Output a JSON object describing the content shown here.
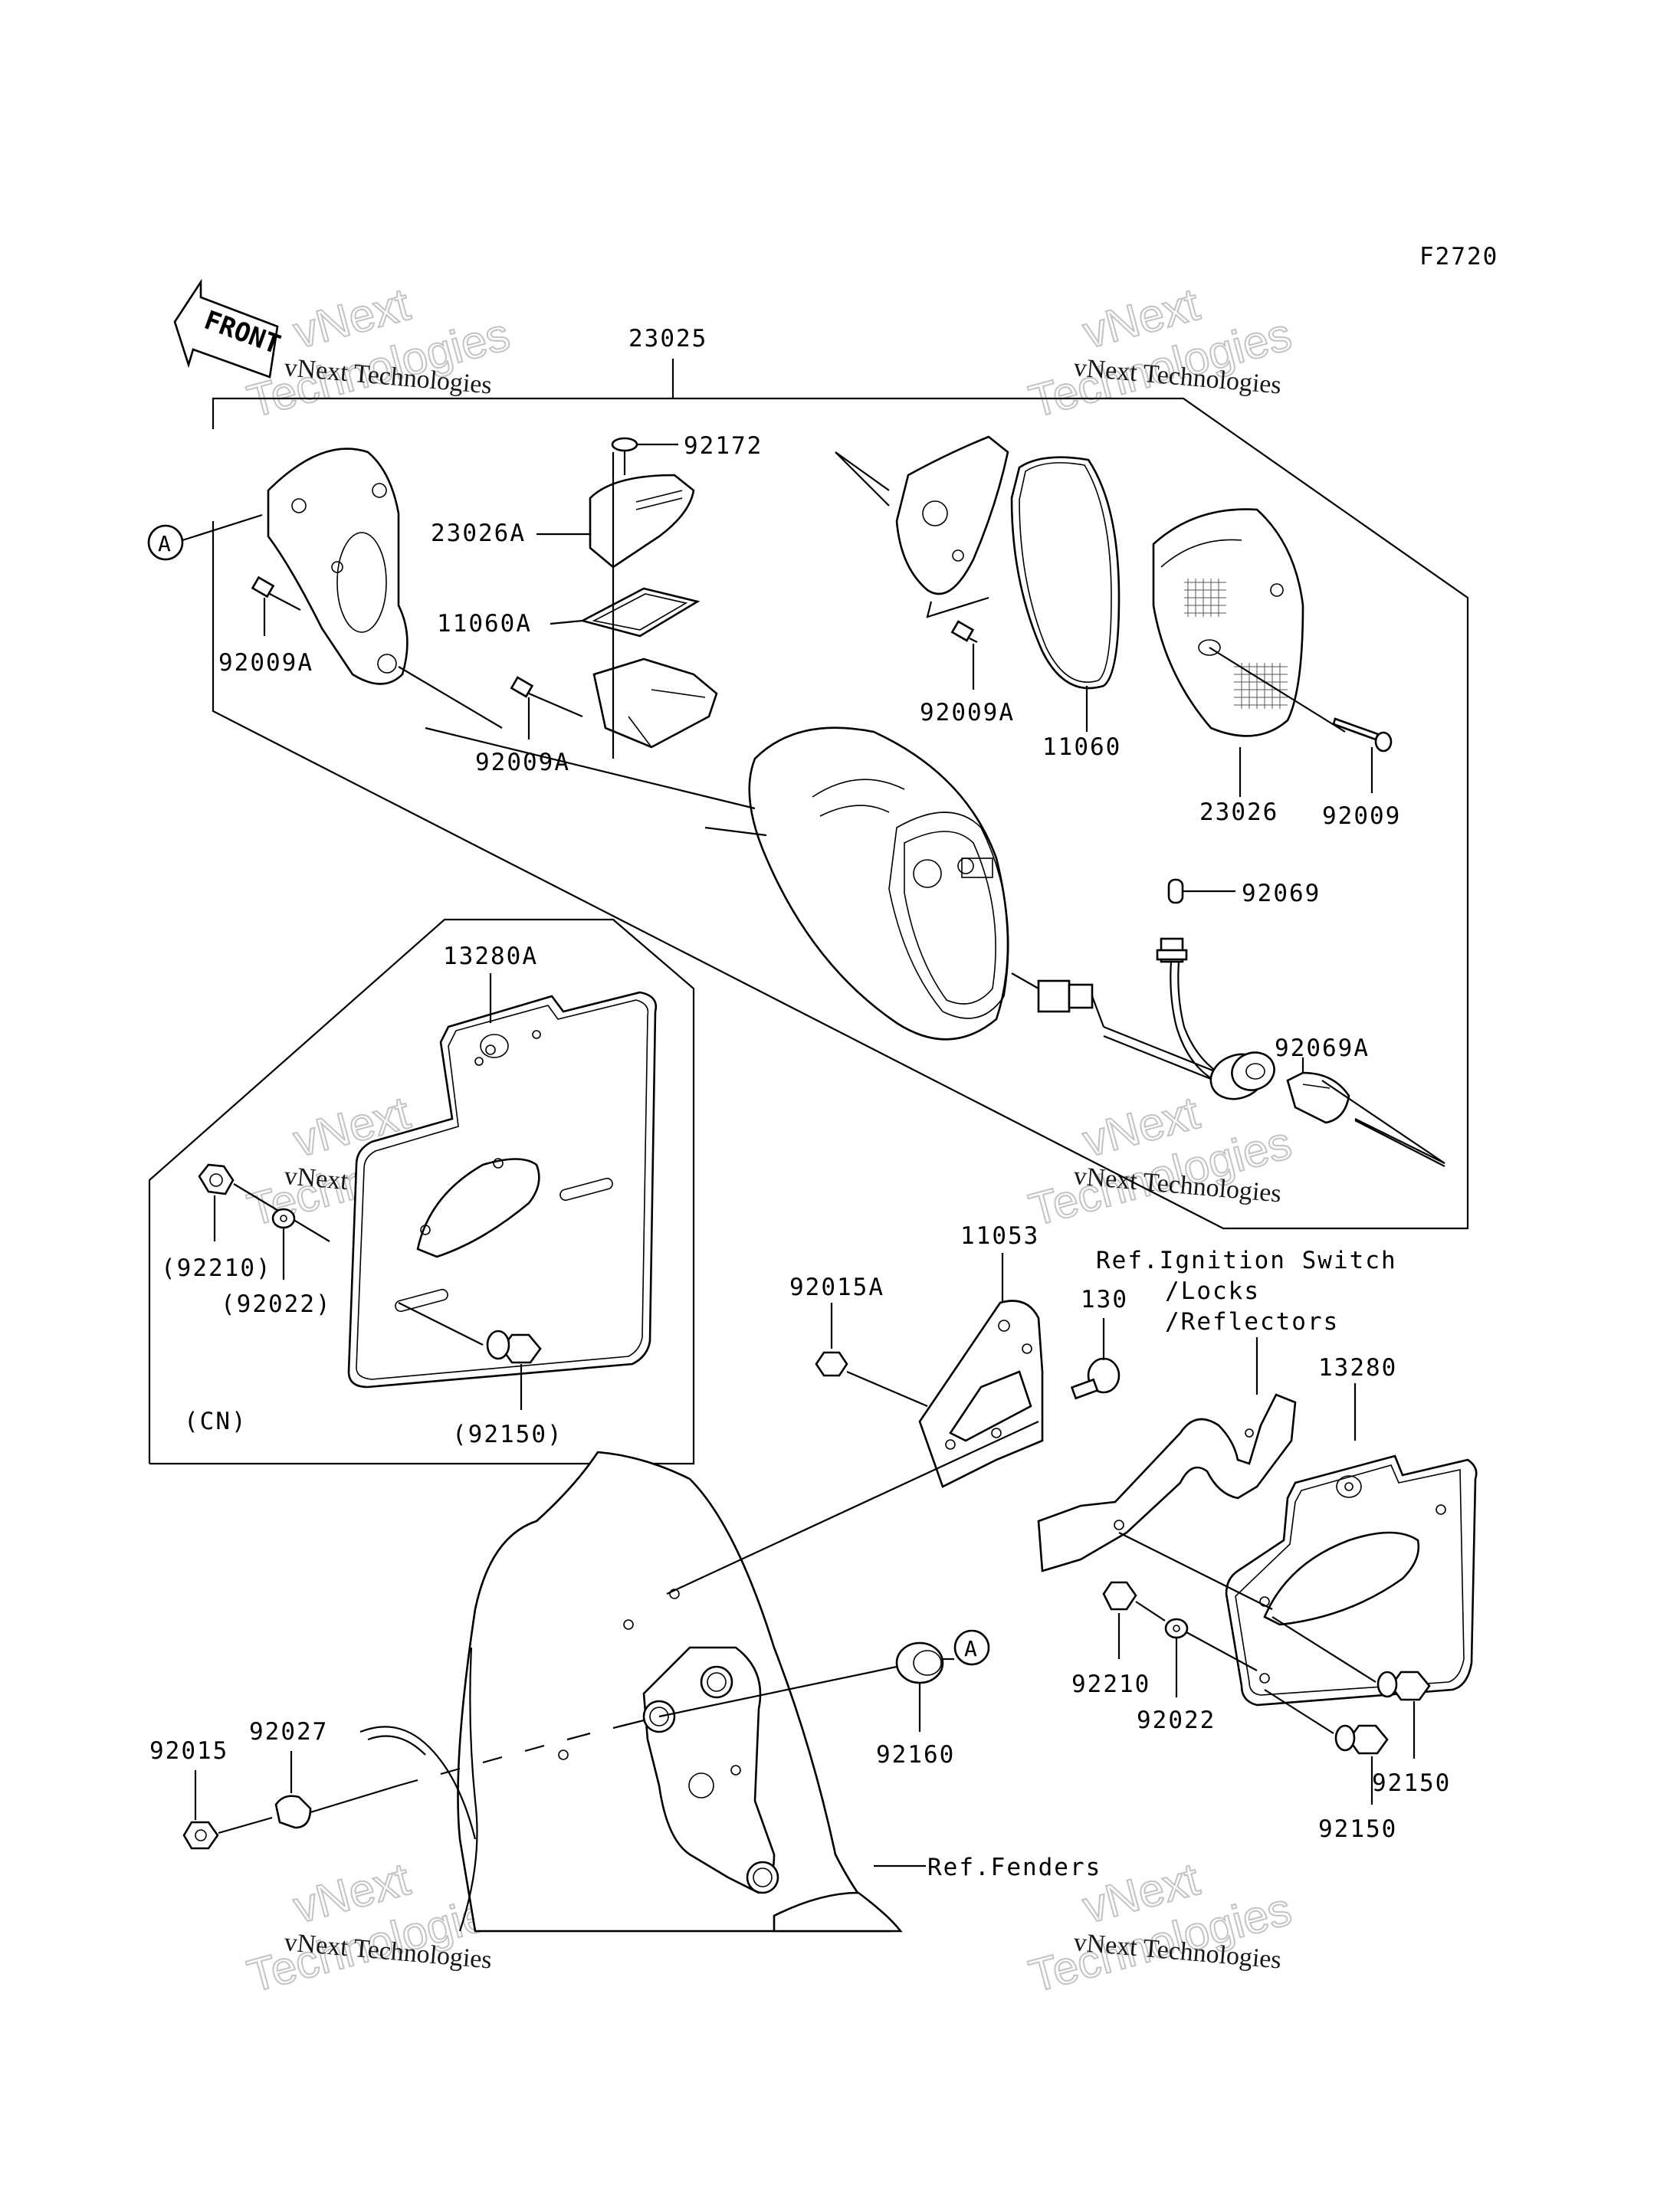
{
  "figure_code": "F2720",
  "front_label": "FRONT",
  "watermark": {
    "line1": "vNext Technologies",
    "line2": "Technologies",
    "line3": "vNext"
  },
  "callouts": {
    "a_left": "A",
    "a_right": "A"
  },
  "parts": {
    "p23025": "23025",
    "p92172": "92172",
    "p23026A": "23026A",
    "p11060A": "11060A",
    "p92009A_1": "92009A",
    "p92009A_2": "92009A",
    "p92009A_3": "92009A",
    "p11060": "11060",
    "p23026": "23026",
    "p92009": "92009",
    "p92069": "92069",
    "p92069A": "92069A",
    "p13280A": "13280A",
    "p92210_cn": "(92210)",
    "p92022_cn": "(92022)",
    "p92150_cn": "(92150)",
    "cn": "(CN)",
    "p92015A": "92015A",
    "p11053": "11053",
    "p130": "130",
    "ref_ignition_1": "Ref.Ignition Switch",
    "ref_ignition_2": "/Locks",
    "ref_ignition_3": "/Reflectors",
    "p13280": "13280",
    "p92210": "92210",
    "p92022": "92022",
    "p92150_1": "92150",
    "p92150_2": "92150",
    "p92160": "92160",
    "p92015": "92015",
    "p92027": "92027",
    "ref_fenders": "Ref.Fenders"
  }
}
